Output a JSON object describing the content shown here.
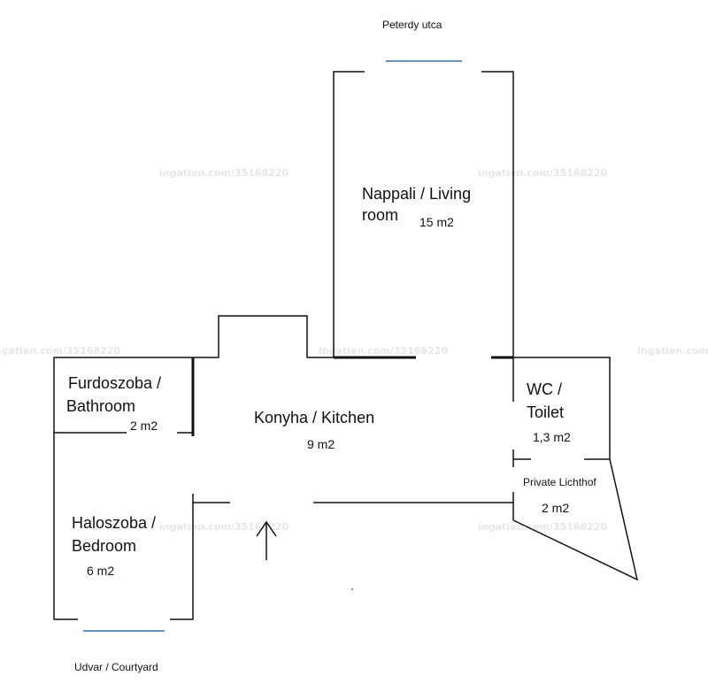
{
  "plan": {
    "street_label": "Peterdy utca",
    "courtyard_label": "Udvar / Courtyard",
    "living": {
      "line1": "Nappali / Living",
      "line2": "room",
      "area": "15 m2"
    },
    "bathroom": {
      "line1": "Furdoszoba /",
      "line2": "Bathroom",
      "area": "2 m2"
    },
    "kitchen": {
      "name": "Konyha / Kitchen",
      "area": "9 m2"
    },
    "wc": {
      "line1": "WC /",
      "line2": "Toilet",
      "area": "1,3 m2"
    },
    "lichthof": {
      "name": "Private Lichthof",
      "area": "2 m2"
    },
    "bedroom": {
      "line1": "Haloszoba /",
      "line2": "Bedroom",
      "area": "6 m2"
    },
    "watermark": "ingatlan.com/35168220",
    "colors": {
      "wall": "#111111",
      "window": "#2f6fb5",
      "watermark": "#e6e6e6"
    }
  }
}
